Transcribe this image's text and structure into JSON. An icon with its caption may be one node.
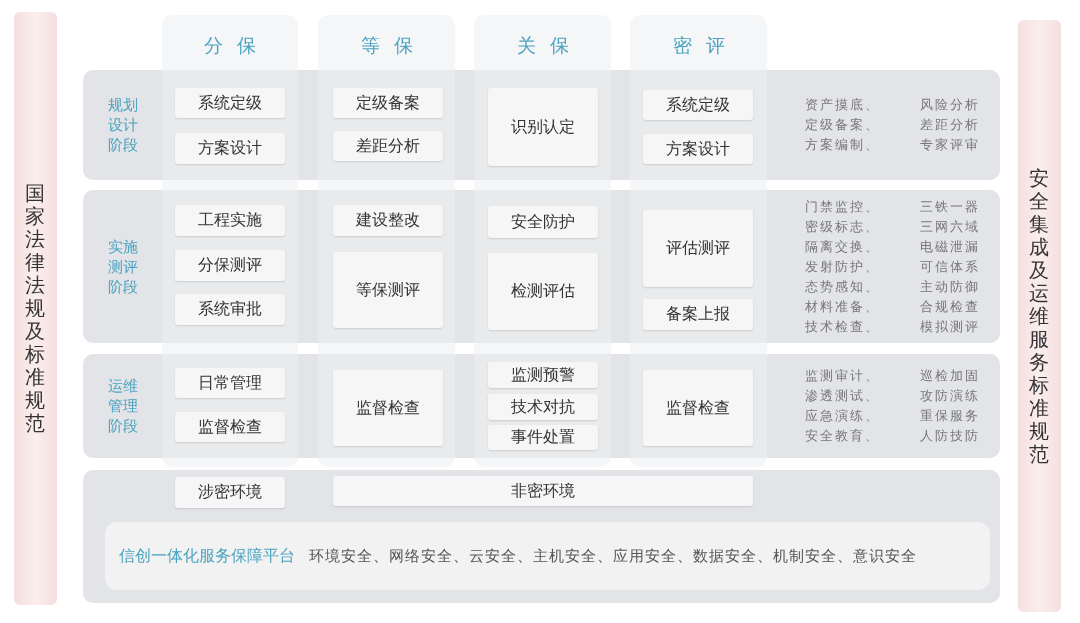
{
  "diagram": {
    "nodes": [
      {
        "text": [
          "国家法律法规及标准规范"
        ]
      },
      {
        "text": [
          "安全集成及运维服务标准规范"
        ]
      },
      {
        "text": [
          "分保"
        ]
      },
      {
        "text": [
          "等保"
        ]
      },
      {
        "text": [
          "关保"
        ]
      },
      {
        "text": [
          "密评"
        ]
      },
      {
        "text": [
          "规划设计阶段",
          "资产摸底、定级备案、方案编制、",
          "风险分析差距分析专家评审"
        ]
      },
      {
        "text": [
          "系统定级"
        ]
      },
      {
        "text": [
          "方案设计"
        ]
      },
      {
        "text": [
          "定级备案"
        ]
      },
      {
        "text": [
          "差距分析"
        ]
      },
      {
        "text": [
          "识别认定"
        ]
      },
      {
        "text": [
          "系统定级"
        ]
      },
      {
        "text": [
          "方案设计"
        ]
      },
      {
        "text": [
          "实施测评阶段",
          "门禁监控、密级标志、隔离交换、发射防护、态势感知、材料准备、技术检查、",
          "三铁一器三网六域电磁泄漏可信体系主动防御合规检查模拟测评"
        ]
      },
      {
        "text": [
          "工程实施"
        ]
      },
      {
        "text": [
          "分保测评"
        ]
      },
      {
        "text": [
          "系统审批"
        ]
      },
      {
        "text": [
          "建设整改"
        ]
      },
      {
        "text": [
          "等保测评"
        ]
      },
      {
        "text": [
          "安全防护"
        ]
      },
      {
        "text": [
          "检测评估"
        ]
      },
      {
        "text": [
          "评估测评"
        ]
      },
      {
        "text": [
          "备案上报"
        ]
      },
      {
        "text": [
          "运维管理阶段",
          "监测审计、渗透测试、应急演练、安全教育、",
          "巡检加固攻防演练重保服务人防技防"
        ]
      },
      {
        "text": [
          "日常管理"
        ]
      },
      {
        "text": [
          "监督检查"
        ]
      },
      {
        "text": [
          "监督检查"
        ]
      },
      {
        "text": [
          "监测预警"
        ]
      },
      {
        "text": [
          "技术对抗"
        ]
      },
      {
        "text": [
          "事件处置"
        ]
      },
      {
        "text": [
          "监督检查"
        ]
      },
      {
        "text": [],
        "shape": "box"
      },
      {
        "text": [
          "涉密环境"
        ],
        "in": 32
      },
      {
        "text": [
          "非密环境"
        ],
        "in": 32
      },
      {
        "text": [
          "信创一体化服务保障平台",
          "环境安全、网络安全、云安全、主机安全、应用安全、数据安全、机制安全、意识安全"
        ],
        "in": 32
      }
    ]
  }
}
